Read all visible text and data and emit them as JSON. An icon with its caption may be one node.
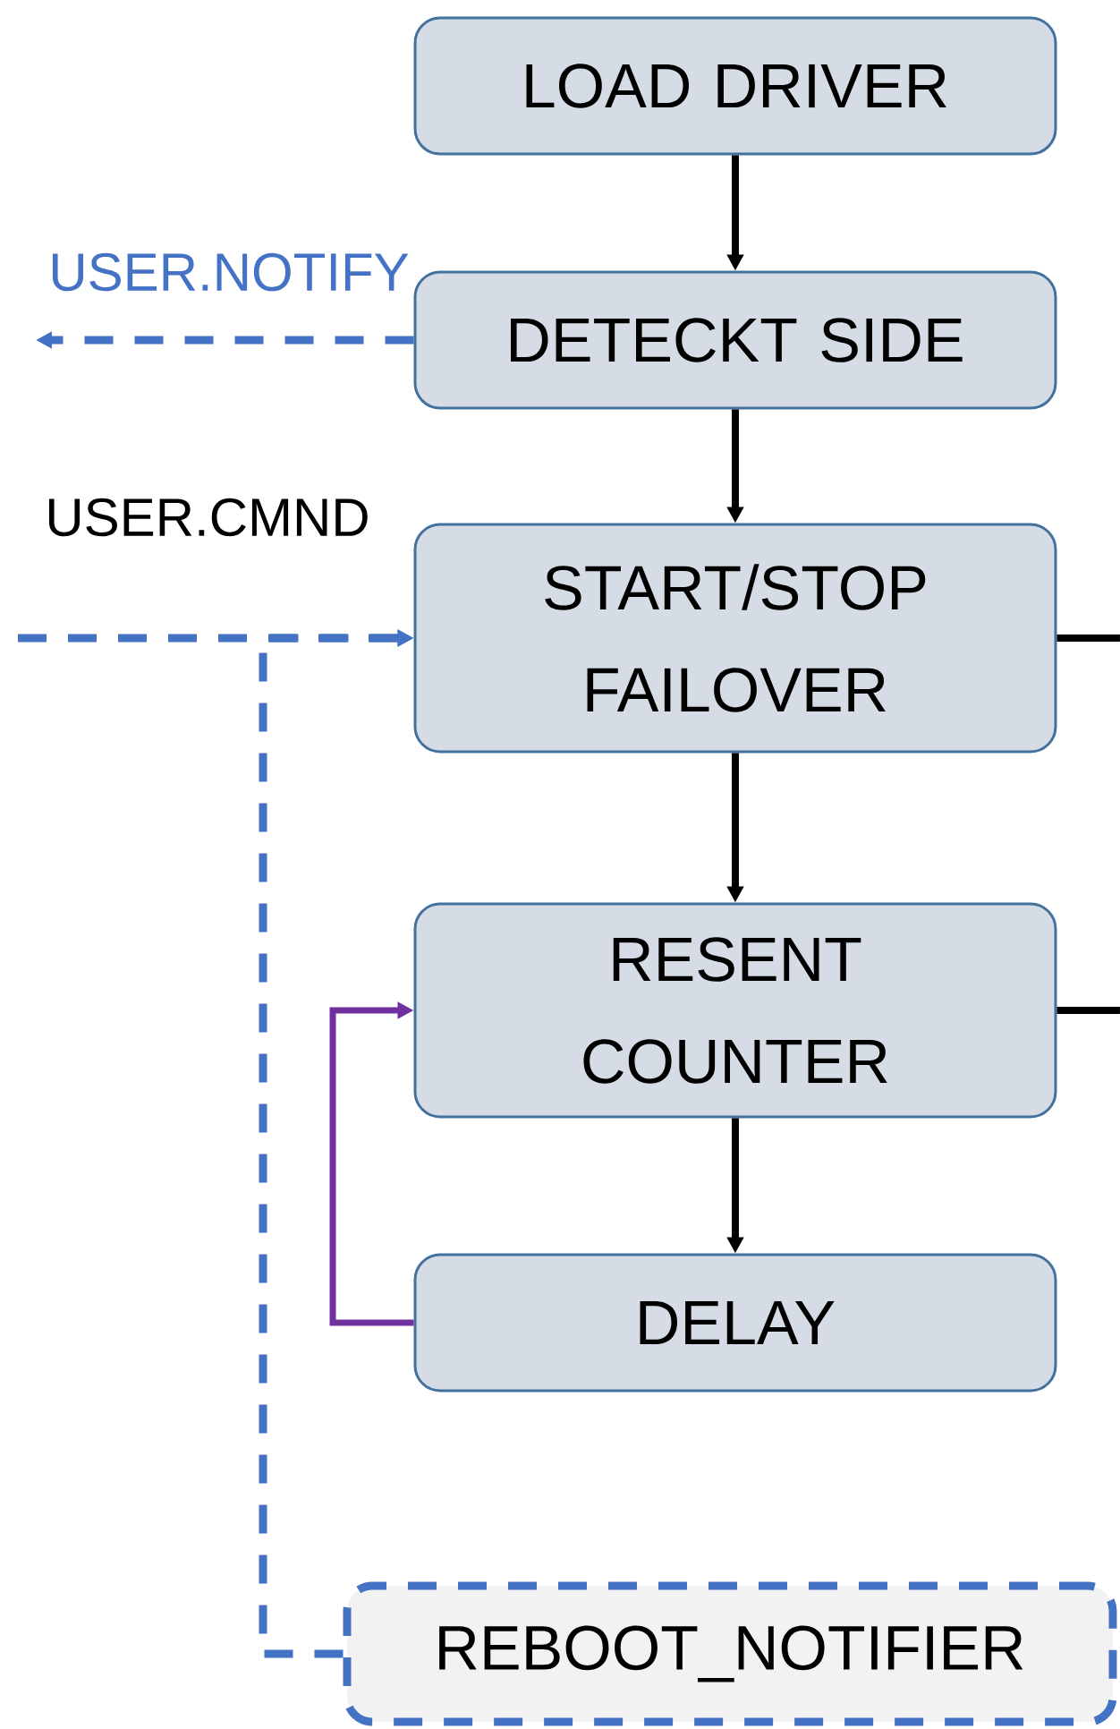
{
  "diagram": {
    "nodes": [
      {
        "text": [
          "LOAD DRIVER"
        ]
      },
      {
        "text": [
          "DETECKT SIDE"
        ]
      },
      {
        "text": [
          "START/STOP FAILOVER"
        ]
      },
      {
        "text": [
          "RESENT COUNTER"
        ]
      },
      {
        "text": [
          "DELAY"
        ]
      },
      {
        "text": [
          "REBOOT_NOTIFIER"
        ]
      }
    ],
    "edges": [
      {
        "from": 0,
        "to": 1,
        "arrow": "to"
      },
      {
        "from": 1,
        "to": 2,
        "arrow": "to"
      },
      {
        "from": 2,
        "to": 3,
        "arrow": "to"
      },
      {
        "from": 3,
        "to": 4,
        "arrow": "to"
      },
      {
        "from": 4,
        "to": 3,
        "arrow": "to",
        "color": "#7030a0"
      },
      {
        "from": 1,
        "to": null,
        "arrow": "to",
        "style": "dashed",
        "color": "#4472c4",
        "label": "USER.NOTIFY"
      },
      {
        "from": null,
        "to": 2,
        "arrow": "to",
        "style": "dashed",
        "color": "#4472c4",
        "label": "USER.CMND"
      },
      {
        "from": 5,
        "to": 2,
        "arrow": "to",
        "style": "dashed",
        "color": "#4472c4"
      },
      {
        "from": 2,
        "to": null,
        "arrow": "none"
      },
      {
        "from": 3,
        "to": null,
        "arrow": "none"
      }
    ]
  }
}
